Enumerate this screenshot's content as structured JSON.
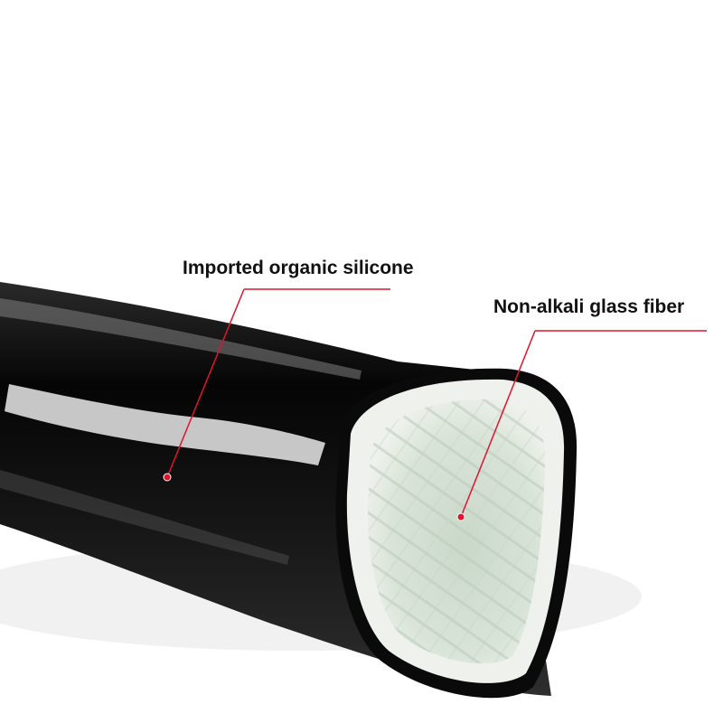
{
  "annotations": [
    {
      "text": "Imported organic silicone",
      "points_to": "outer black silicone coating"
    },
    {
      "text": "Non-alkali glass fiber",
      "points_to": "inner glass fiber braid"
    }
  ],
  "colors": {
    "sleeve": "#0b0b0b",
    "fiber": "#d7e3d7",
    "leader_line": "#e0142e"
  }
}
